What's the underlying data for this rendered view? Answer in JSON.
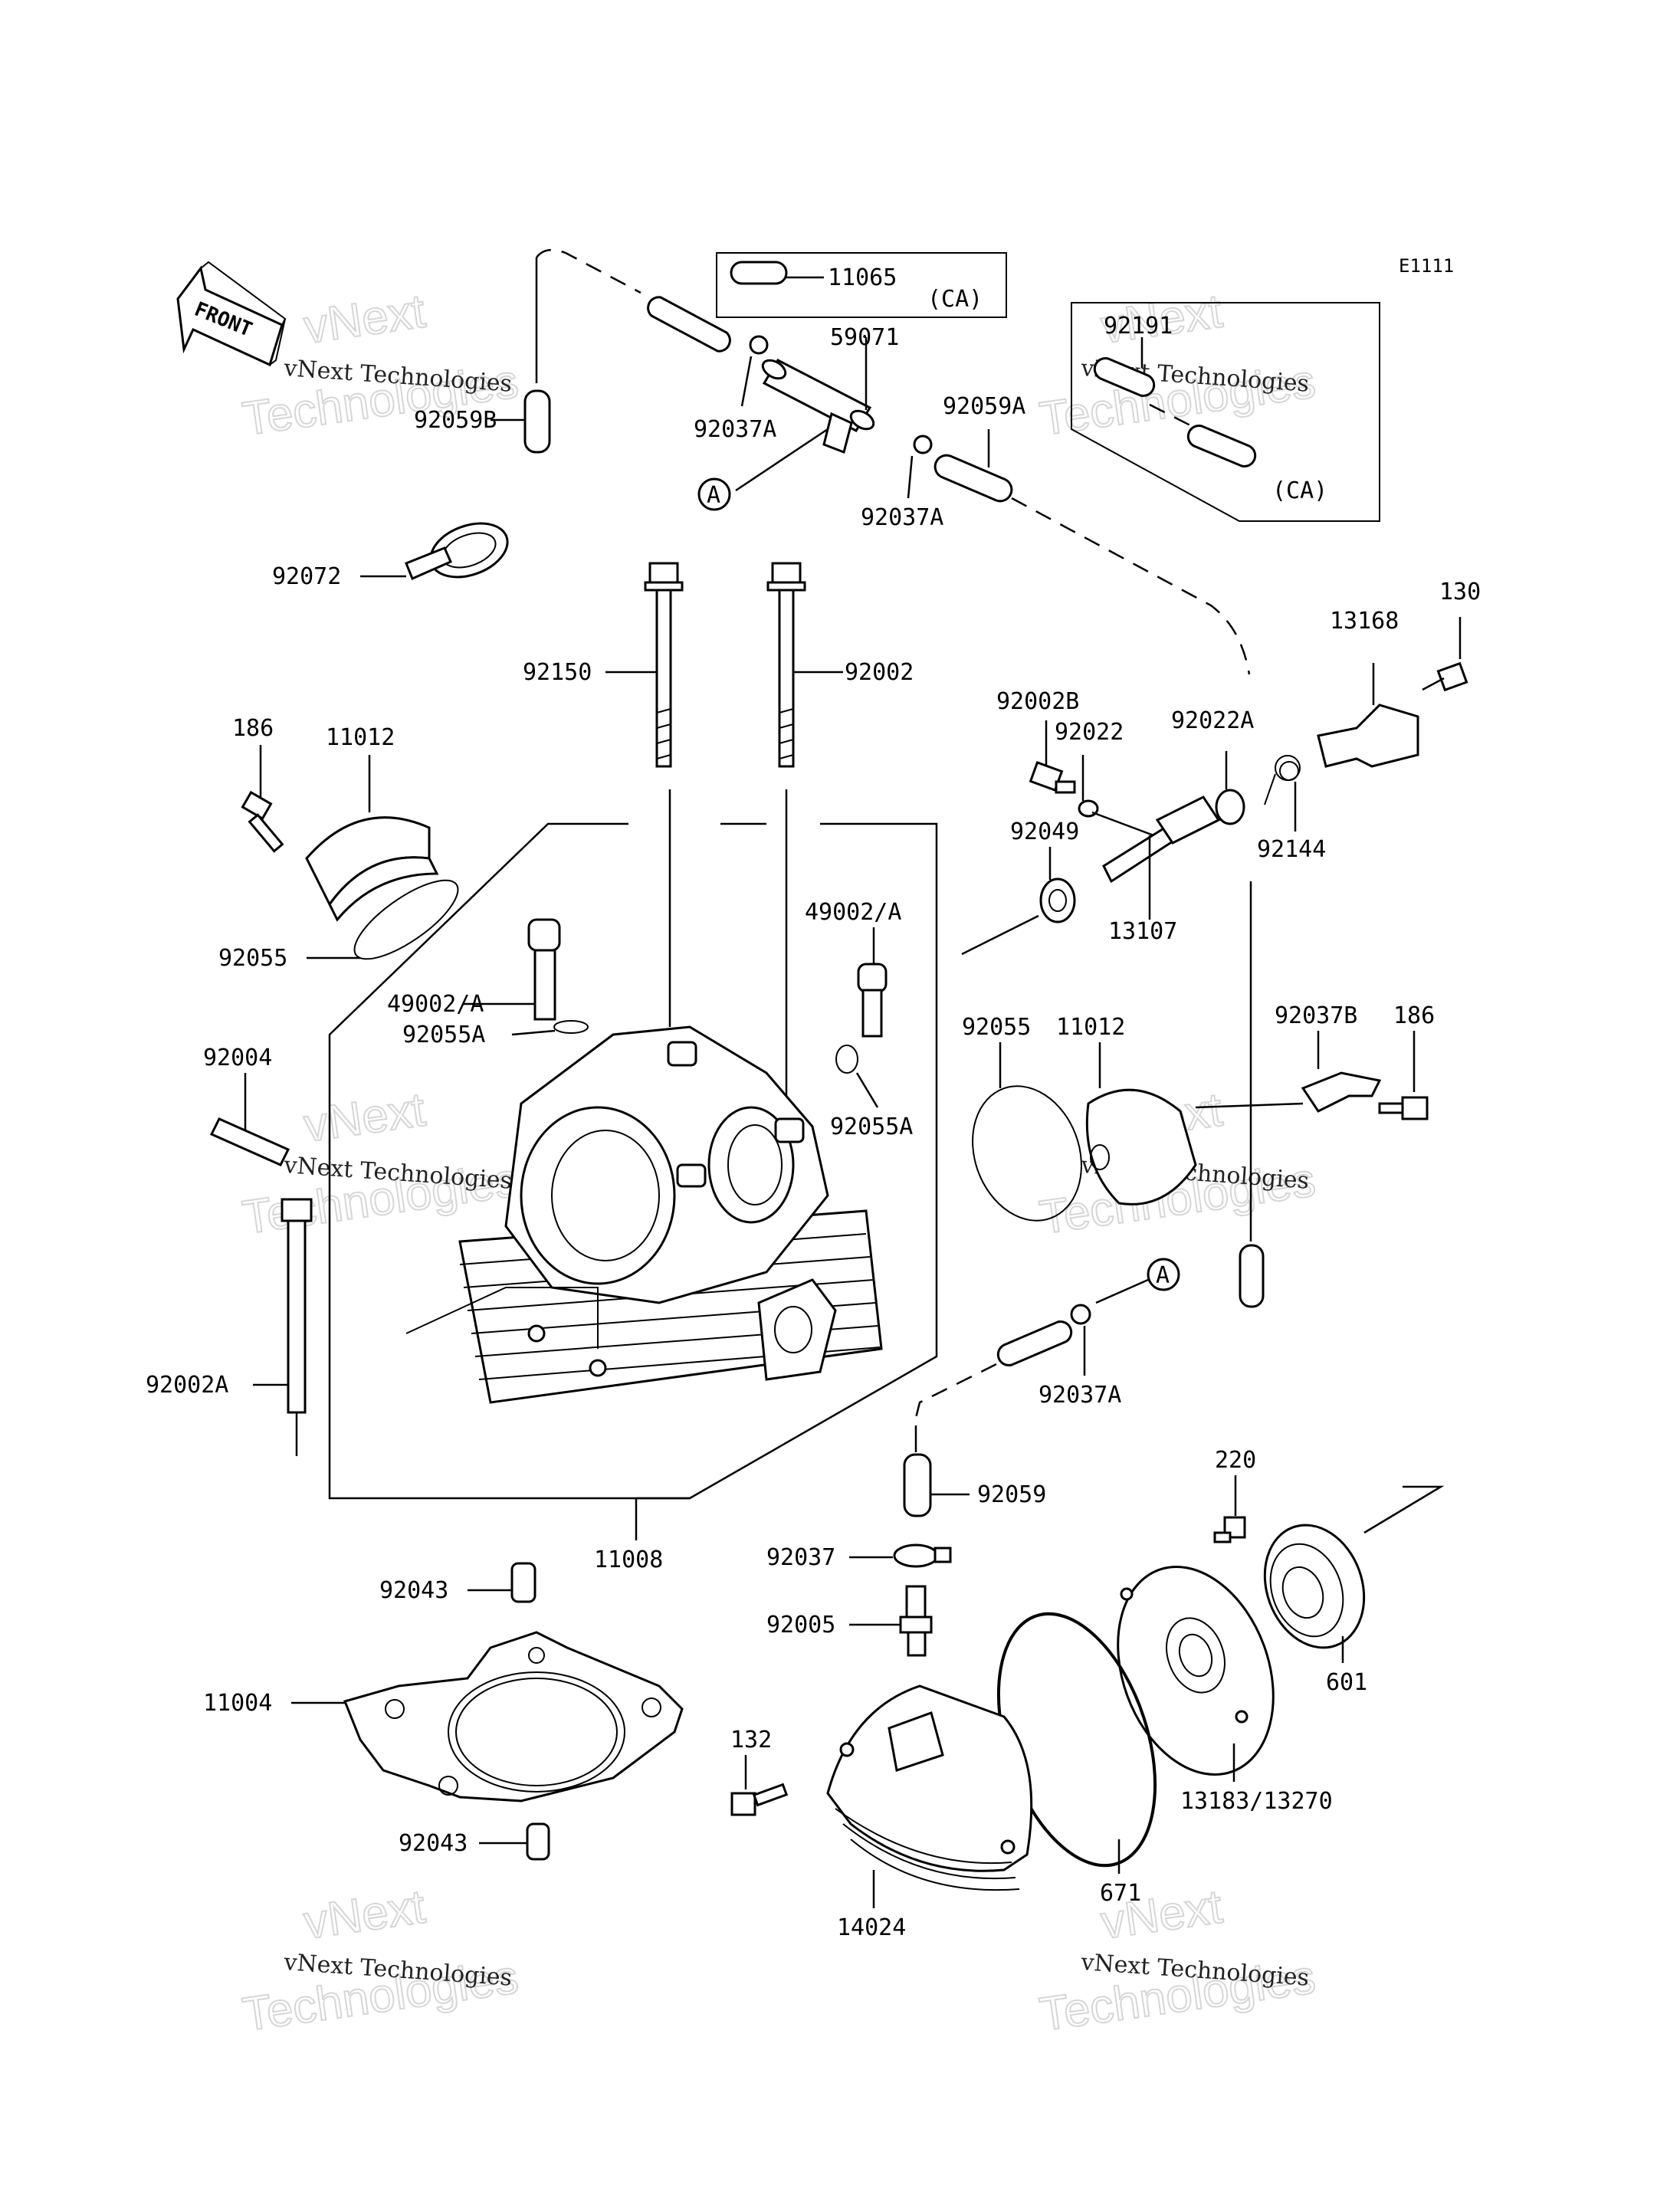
{
  "diagram": {
    "code": "E1111",
    "front_label": "FRONT",
    "circle_ref": "A",
    "labels": {
      "p11065": "11065",
      "ca_top": "(CA)",
      "p59071": "59071",
      "p92191": "92191",
      "ca_right": "(CA)",
      "p92059B": "92059B",
      "p92037A_1": "92037A",
      "p92059A": "92059A",
      "p92037A_2": "92037A",
      "p92072": "92072",
      "p92150": "92150",
      "p92002": "92002",
      "p130": "130",
      "p13168": "13168",
      "p92002B": "92002B",
      "p92022": "92022",
      "p92022A": "92022A",
      "p92144": "92144",
      "p186_l": "186",
      "p11012_l": "11012",
      "p92049": "92049",
      "p13107": "13107",
      "p92055_l": "92055",
      "p49002A_l": "49002/A",
      "p92055A_l": "92055A",
      "p49002A_r": "49002/A",
      "p92055A_r": "92055A",
      "p92055_r": "92055",
      "p11012_r": "11012",
      "p92037B": "92037B",
      "p186_r": "186",
      "p92004": "92004",
      "p92002A": "92002A",
      "p92037A_3": "92037A",
      "p220": "220",
      "p92059": "92059",
      "p11008": "11008",
      "p92037": "92037",
      "p92043_t": "92043",
      "p92005": "92005",
      "p601": "601",
      "p11004": "11004",
      "p132": "132",
      "p13183": "13183/13270",
      "p92043_b": "92043",
      "p671": "671",
      "p14024": "14024"
    },
    "watermark": {
      "line1": "vNext Technologies",
      "line2": "vNext",
      "line3": "Technologies"
    }
  }
}
